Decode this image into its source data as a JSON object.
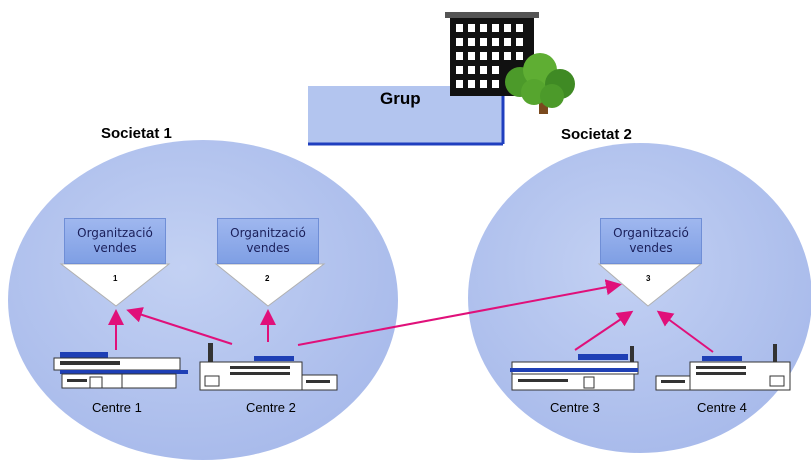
{
  "grup": {
    "label": "Grup"
  },
  "societies": [
    {
      "title": "Societat 1"
    },
    {
      "title": "Societat 2"
    }
  ],
  "sales_orgs": [
    {
      "line1": "Organització",
      "line2": "vendes",
      "number": "1"
    },
    {
      "line1": "Organització",
      "line2": "vendes",
      "number": "2"
    },
    {
      "line1": "Organització",
      "line2": "vendes",
      "number": "3"
    }
  ],
  "centres": [
    {
      "label": "Centre 1"
    },
    {
      "label": "Centre 2"
    },
    {
      "label": "Centre 3"
    },
    {
      "label": "Centre 4"
    }
  ],
  "colors": {
    "ellipse_fill": "#b9c8ef",
    "grup_fill": "#b3c5ef",
    "grup_border": "#1f3fbf",
    "arrow": "#e0107a",
    "org_box": "#8faaea"
  }
}
